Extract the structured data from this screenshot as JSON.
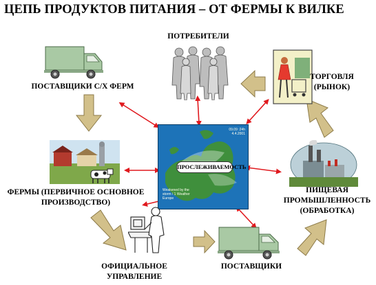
{
  "title": "ЦЕПЬ ПРОДУКТОВ ПИТАНИЯ – ОТ ФЕРМЫ К ВИЛКЕ",
  "nodes": {
    "consumers": "ПОТРЕБИТЕЛИ",
    "farm_suppliers": "ПОСТАВЩИКИ С/Х ФЕРМ",
    "trade_line1": "ТОРГОВЛЯ",
    "trade_line2": "(РЫНОК)",
    "farms_line1": "ФЕРМЫ (ПЕРВИЧНОЕ ОСНОВНОЕ",
    "farms_line2": "ПРОИЗВОДСТВО)",
    "industry_line1": "ПИЩЕВАЯ",
    "industry_line2": "ПРОМЫШЛЕННОСТЬ",
    "industry_line3": "(ОБРАБОТКА)",
    "official_line1": "ОФИЦИАЛЬНОЕ",
    "official_line2": "УПРАВЛЕНИЕ",
    "suppliers": "ПОСТАВЩИКИ"
  },
  "center": {
    "label": "ПРОСЛЕЖИВАЕМОСТЬ",
    "corner_line1": "09.09 :24h",
    "corner_line2": "4.4.2001",
    "caption_line1": "Weakened by the",
    "caption_line2": "storm / 1 Weather",
    "caption_line3": "Europe"
  },
  "colors": {
    "flow_arrow": "#d2c08a",
    "flow_arrow_stroke": "#8c7a48",
    "link_arrow": "#e0191e",
    "truck_body": "#a9c9a4",
    "map_sea": "#1d73b8",
    "map_land": "#3f8f3c"
  }
}
